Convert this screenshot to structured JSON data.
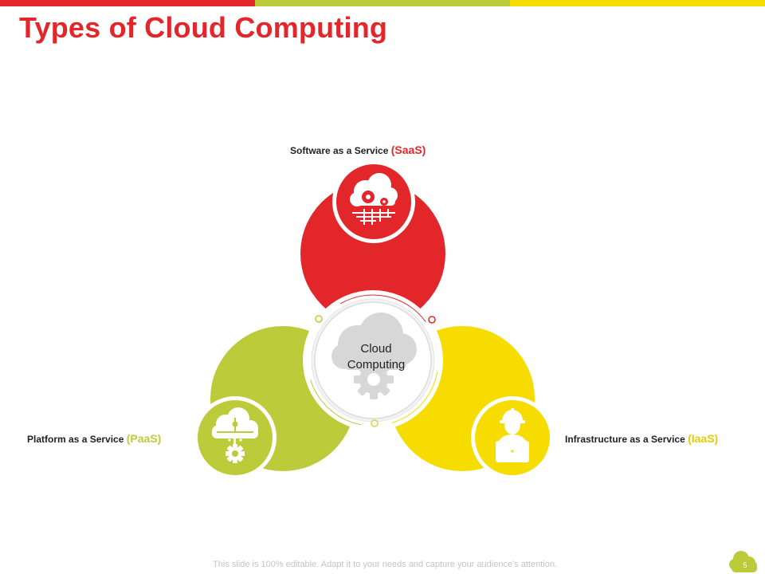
{
  "colors": {
    "red": "#e2262a",
    "green": "#bccb3a",
    "yellow": "#f6dc00",
    "center_gray": "#d7d7d7",
    "footer_gray": "#c4c4c4"
  },
  "title": "Types of Cloud Computing",
  "center": {
    "line1": "Cloud",
    "line2": "Computing",
    "icon": "cloud-gear-icon"
  },
  "services": {
    "saas": {
      "label": "Software as a Service",
      "abbr": "(SaaS)",
      "icon": "cloud-circuit-gear-icon"
    },
    "paas": {
      "label": "Platform as a Service",
      "abbr": "(PaaS)",
      "icon": "cloud-network-gear-icon"
    },
    "iaas": {
      "label": "Infrastructure as a Service",
      "abbr": "(IaaS)",
      "icon": "engineer-laptop-icon"
    }
  },
  "footer": {
    "note": "This slide is 100% editable. Adapt it to your needs and capture your audience's attention.",
    "page": "5",
    "icon": "cloud-icon"
  }
}
